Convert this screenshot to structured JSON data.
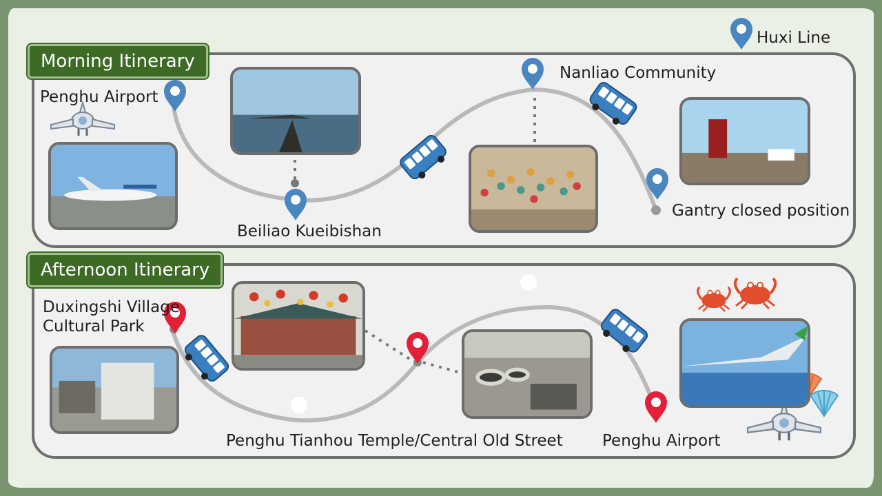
{
  "legend": {
    "label": "Huxi Line",
    "pin_color": "#4a86c0"
  },
  "morning": {
    "title": "Morning Itinerary",
    "stops": [
      {
        "label": "Penghu Airport",
        "pin": "location-pin-blue"
      },
      {
        "label": "Beiliao Kueibishan",
        "pin": "location-pin-blue"
      },
      {
        "label": "Nanliao Community",
        "pin": "location-pin-blue"
      },
      {
        "label": "Gantry closed position",
        "pin": "location-pin-blue"
      }
    ]
  },
  "afternoon": {
    "title": "Afternoon Itinerary",
    "stops": [
      {
        "label": "Duxingshi Village\nCultural Park",
        "pin": "location-pin-red"
      },
      {
        "label": "Penghu Tianhou Temple/Central Old Street",
        "pin": "location-pin-red"
      },
      {
        "label": "Penghu Airport",
        "pin": "location-pin-red"
      }
    ]
  },
  "colors": {
    "background": "#7b9470",
    "paper": "#ebf0e6",
    "section_tag": "#3d6b26",
    "route_line": "#b9b9b9",
    "pin_blue": "#4a86c0",
    "pin_red": "#e2203a",
    "bus": "#3a7fc0"
  },
  "icons": [
    "airplane-icon",
    "bus-icon",
    "crab-icon",
    "seashell-icon"
  ]
}
